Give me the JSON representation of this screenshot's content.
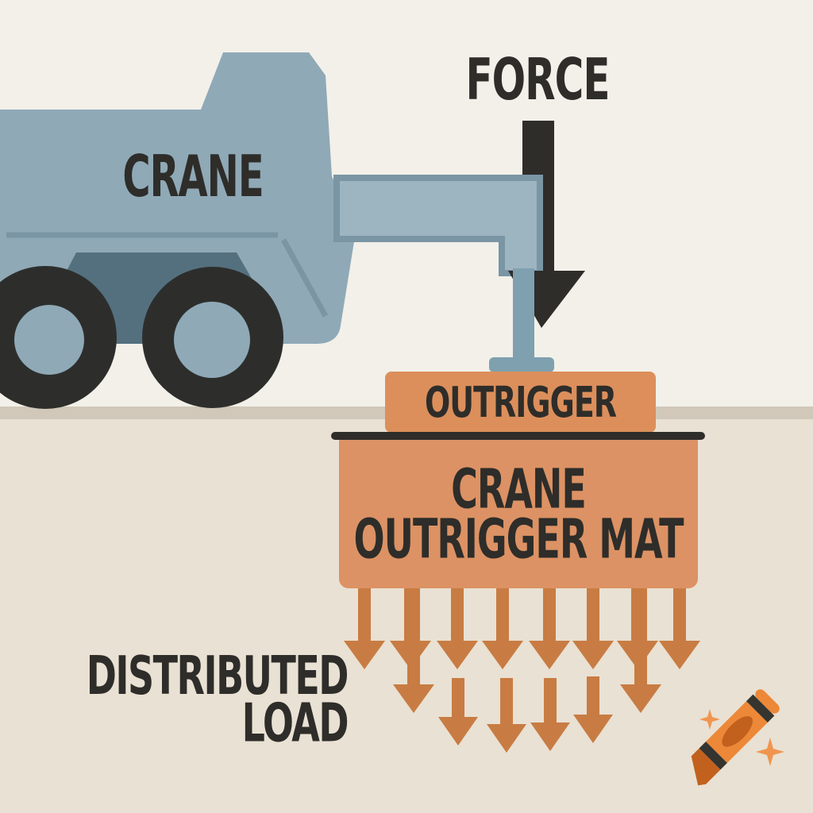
{
  "labels": {
    "force": "FORCE",
    "crane": "CRANE",
    "outrigger": "OUTRIGGER",
    "mat_line1": "CRANE",
    "mat_line2": "OUTRIGGER MAT",
    "load_line1": "DISTRIBUTED",
    "load_line2": "LOAD"
  },
  "icons": {
    "force-arrow-icon": "large black downward arrow",
    "load-arrow-icon": "orange downward arrow",
    "crayon-icon": "orange crayon tilted 45 degrees",
    "sparkle-icon": "four-point star"
  },
  "load_arrows": {
    "top_row_count": 8,
    "extended_count": 2,
    "bottom_row_count": 4
  },
  "colors": {
    "sky": "#F2F0E9",
    "ground": "#E9E1D3",
    "ground-strip": "#D1C8B9",
    "ink": "#2E2D2A",
    "truck-body": "#8FA9B7",
    "truck-accent": "#7A95A4",
    "fender": "#54707F",
    "tire": "#2D2E2C",
    "boom-fill": "#9DB4C1",
    "jack": "#7FA0AF",
    "outrigger-box": "#DC8F5B",
    "mat": "#DC9264",
    "load-arrow": "#C87C43",
    "crayon-body": "#EC8838",
    "crayon-dark": "#C2611E",
    "crayon-band": "#35342F",
    "sparkle": "#F0954F"
  }
}
